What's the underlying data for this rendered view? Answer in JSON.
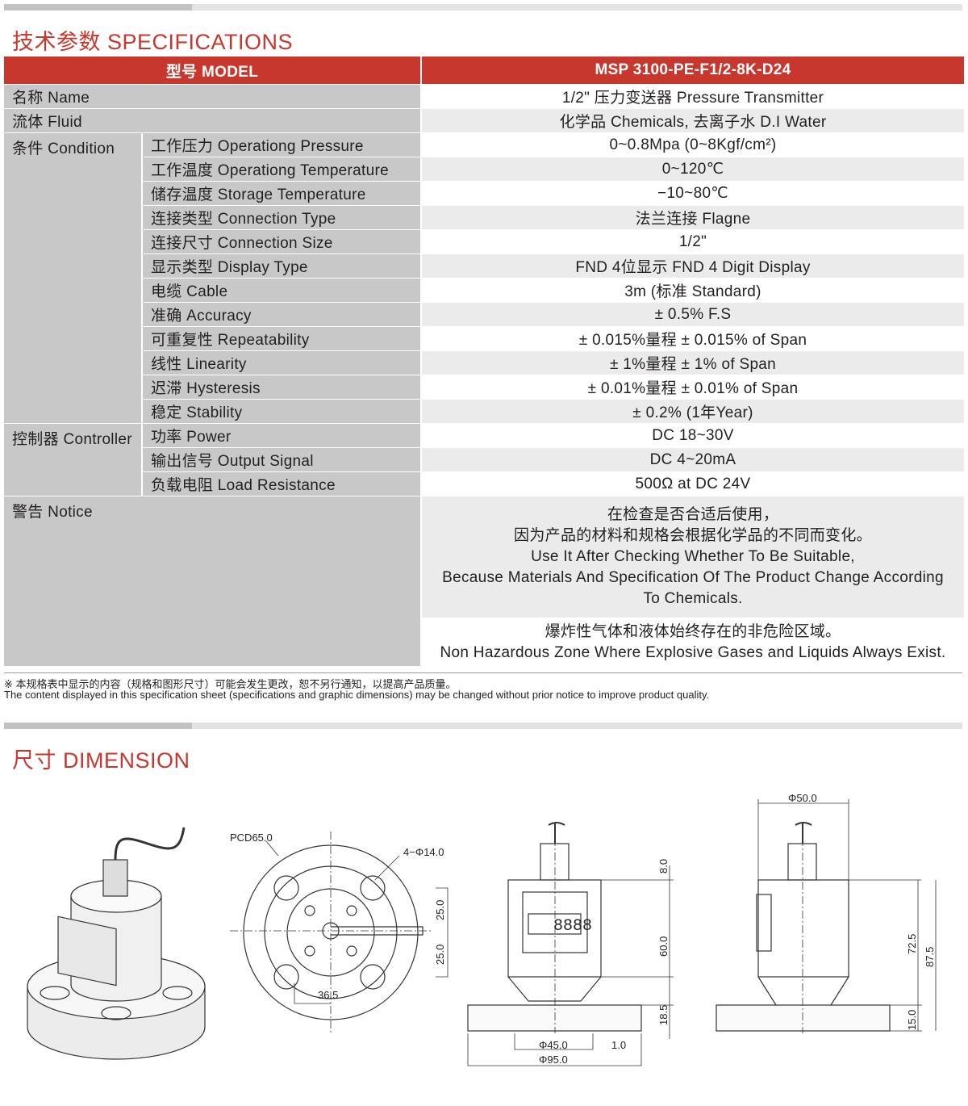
{
  "specs": {
    "title": "技术参数 SPECIFICATIONS",
    "header": {
      "label": "型号 MODEL",
      "value": "MSP 3100-PE-F1/2-8K-D24"
    },
    "name": {
      "label": "名称 Name",
      "value": "1/2\" 压力变送器 Pressure Transmitter"
    },
    "fluid": {
      "label": "流体 Fluid",
      "value": "化学品 Chemicals, 去离子水 D.I Water"
    },
    "condition": {
      "label": "条件 Condition",
      "rows": [
        {
          "label": "工作压力 Operationg Pressure",
          "value": "0~0.8Mpa (0~8Kgf/cm²)"
        },
        {
          "label": "工作温度 Operationg Temperature",
          "value": "0~120℃"
        },
        {
          "label": "储存温度 Storage Temperature",
          "value": "−10~80℃"
        },
        {
          "label": "连接类型 Connection Type",
          "value": "法兰连接 Flagne"
        },
        {
          "label": "连接尺寸 Connection Size",
          "value": "1/2\""
        },
        {
          "label": "显示类型 Display Type",
          "value": "FND 4位显示 FND 4 Digit Display"
        },
        {
          "label": "电缆 Cable",
          "value": "3m (标准 Standard)"
        },
        {
          "label": "准确 Accuracy",
          "value": "± 0.5% F.S"
        },
        {
          "label": "可重复性 Repeatability",
          "value": "± 0.015%量程  ± 0.015% of Span"
        },
        {
          "label": "线性 Linearity",
          "value": "± 1%量程  ± 1% of Span"
        },
        {
          "label": "迟滞 Hysteresis",
          "value": "± 0.01%量程  ± 0.01% of Span"
        },
        {
          "label": "稳定 Stability",
          "value": "± 0.2% (1年Year)"
        }
      ]
    },
    "controller": {
      "label": "控制器 Controller",
      "rows": [
        {
          "label": "功率 Power",
          "value": "DC 18~30V"
        },
        {
          "label": "输出信号 Output Signal",
          "value": "DC 4~20mA"
        },
        {
          "label": "负载电阻 Load Resistance",
          "value": "500Ω at DC 24V"
        }
      ]
    },
    "notice": {
      "label": "警告 Notice",
      "block1": [
        "在检查是否合适后使用，",
        "因为产品的材料和规格会根据化学品的不同而变化。",
        "Use It  After Checking Whether To Be Suitable,",
        "Because Materials And Specification Of The Product Change According",
        "To Chemicals."
      ],
      "block2": [
        "爆炸性气体和液体始终存在的非危险区域。",
        "Non Hazardous Zone Where Explosive Gases and Liquids Always Exist."
      ]
    }
  },
  "footnote": {
    "cn": "※ 本规格表中显示的内容（规格和图形尺寸）可能会发生更改，恕不另行通知，以提高产品质量。",
    "en": "The content displayed in this specification sheet (specifications and graphic dimensions) may be changed without prior notice to improve product quality."
  },
  "dimension": {
    "title": "尺寸 DIMENSION",
    "display": "8888",
    "labels": {
      "pcd": "PCD65.0",
      "holes": "4−Φ14.0",
      "d25a": "25.0",
      "d25b": "25.0",
      "d365": "36.5",
      "d8": "8.0",
      "d60": "60.0",
      "d185": "18.5",
      "phi45": "Φ45.0",
      "phi95": "Φ95.0",
      "d1": "1.0",
      "phi50": "Φ50.0",
      "d725": "72.5",
      "d875": "87.5",
      "d15": "15.0"
    }
  }
}
